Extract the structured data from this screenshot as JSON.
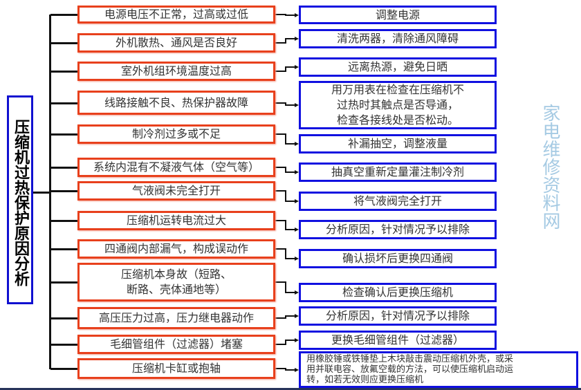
{
  "title": "压缩机过热保护原因分析",
  "rows": [
    {
      "cause": "电源电压不正常，过高或过低",
      "fix": "调整电源"
    },
    {
      "cause": "外机散热、通风是否良好",
      "fix": "清洗两器，清除通风障碍"
    },
    {
      "cause": "室外机组环境温度过高",
      "fix": "远离热源，避免日晒"
    },
    {
      "cause": "线路接触不良、热保护器故障",
      "fix": "用万用表在检查在压缩机不\n过热时其触点是否导通，\n检查各接线处是否松动。"
    },
    {
      "cause": "制冷剂过多或不足",
      "fix": "补漏抽空，调整液量"
    },
    {
      "cause": "系统内混有不凝液气体（空气等）",
      "fix": "抽真空重新定量灌注制冷剂"
    },
    {
      "cause": "气液阀未完全打开",
      "fix": "将气液阀完全打开"
    },
    {
      "cause": "压缩机运转电流过大",
      "fix": "分析原因，针对情况予以排除"
    },
    {
      "cause": "四通阀内部漏气，构成误动作",
      "fix": "确认损坏后更换四通阀"
    },
    {
      "cause": "压缩机本身故（短路、\n断路、壳体通地等）",
      "fix": "检查确认后更换压缩机"
    },
    {
      "cause": "高压压力过高，压力继电器动作",
      "fix": "分析原因，针对情况予以排除"
    },
    {
      "cause": "毛细管组件（过滤器）堵塞",
      "fix": "更换毛细管组件（过滤器）"
    },
    {
      "cause": "压缩机卡缸或抱轴",
      "fix": "用橡胶锤或铁锤垫上木块敲击震动压缩机外壳，或采\n用并联电容、放氟空载的方法，可以使压缩机启动运\n转，如若无效则应更换压缩机"
    }
  ],
  "watermark": "家电维修资料网"
}
